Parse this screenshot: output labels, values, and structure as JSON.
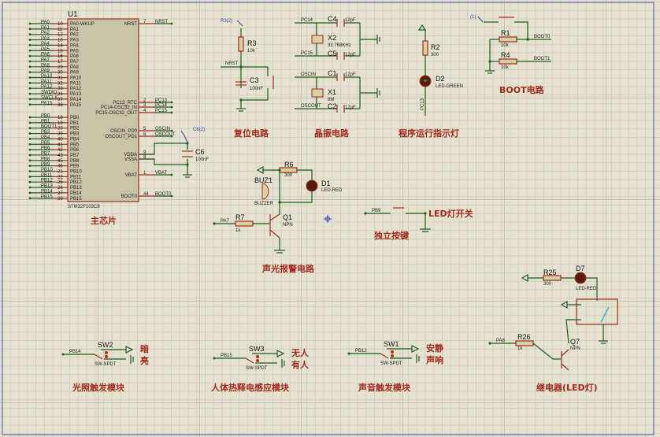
{
  "schematic": {
    "mcu": {
      "ref": "U1",
      "part": "STM32F103C8",
      "left_pins": [
        {
          "net": "PA0",
          "num": "10",
          "name": "PA0-WKUP"
        },
        {
          "net": "PA1",
          "num": "11",
          "name": "PA1"
        },
        {
          "net": "PA2",
          "num": "12",
          "name": "PA2"
        },
        {
          "net": "PA3",
          "num": "13",
          "name": "PA3"
        },
        {
          "net": "PA4",
          "num": "14",
          "name": "PA4"
        },
        {
          "net": "PA5",
          "num": "15",
          "name": "PA5"
        },
        {
          "net": "PA6",
          "num": "16",
          "name": "PA6"
        },
        {
          "net": "PA7",
          "num": "17",
          "name": "PA7"
        },
        {
          "net": "PA8",
          "num": "29",
          "name": "PA8"
        },
        {
          "net": "PA9",
          "num": "30",
          "name": "PA9"
        },
        {
          "net": "PA10",
          "num": "31",
          "name": "PA10"
        },
        {
          "net": "PA11",
          "num": "32",
          "name": "PA11"
        },
        {
          "net": "PA12",
          "num": "33",
          "name": "PA12"
        },
        {
          "net": "SWDIO",
          "num": "34",
          "name": "PA13"
        },
        {
          "net": "SWCLK",
          "num": "37",
          "name": "PA14"
        },
        {
          "net": "PA15",
          "num": "38",
          "name": "PA15"
        },
        {
          "net": "PB0",
          "num": "18",
          "name": "PB0"
        },
        {
          "net": "PB1",
          "num": "19",
          "name": "PB1"
        },
        {
          "net": "BOOT1",
          "num": "20",
          "name": "PB2"
        },
        {
          "net": "PB3",
          "num": "39",
          "name": "PB3"
        },
        {
          "net": "PB4",
          "num": "40",
          "name": "PB4"
        },
        {
          "net": "PB5",
          "num": "41",
          "name": "PB5"
        },
        {
          "net": "PB6",
          "num": "42",
          "name": "PB6"
        },
        {
          "net": "PB7",
          "num": "43",
          "name": "PB7"
        },
        {
          "net": "PB8",
          "num": "45",
          "name": "PB8"
        },
        {
          "net": "PB9",
          "num": "46",
          "name": "PB9"
        },
        {
          "net": "PB10",
          "num": "21",
          "name": "PB10"
        },
        {
          "net": "PB11",
          "num": "22",
          "name": "PB11"
        },
        {
          "net": "PB12",
          "num": "25",
          "name": "PB12"
        },
        {
          "net": "PB13",
          "num": "26",
          "name": "PB13"
        },
        {
          "net": "PB14",
          "num": "27",
          "name": "PB14"
        },
        {
          "net": "PB15",
          "num": "28",
          "name": "PB15"
        }
      ],
      "right_pins": [
        {
          "net": "NRST",
          "num": "7",
          "name": "NRST"
        },
        {
          "net": "PC13",
          "num": "2",
          "name": "PC13_RTC"
        },
        {
          "net": "PC14",
          "num": "3",
          "name": "PC14-OSC32_IN"
        },
        {
          "net": "PC15",
          "num": "4",
          "name": "PC15-OSC32_OUT"
        },
        {
          "net": "OSCIN",
          "num": "5",
          "name": "OSCIN_PD0"
        },
        {
          "net": "OSCOUT",
          "num": "6",
          "name": "OSCOUT_PD1"
        },
        {
          "net": "",
          "num": "9",
          "name": "VDDA"
        },
        {
          "net": "",
          "num": "8",
          "name": "VSSA"
        },
        {
          "net": "VBAT",
          "num": "1",
          "name": "VBAT"
        },
        {
          "net": "BOOT0",
          "num": "44",
          "name": "BOOT0"
        }
      ],
      "title": "主芯片"
    },
    "c6": {
      "ref": "C6",
      "value": "100nF",
      "probe": "C6(2)"
    },
    "reset": {
      "title": "复位电路",
      "r_ref": "R3",
      "r_val": "10k",
      "c_ref": "C3",
      "c_val": "100nF",
      "net": "NRST",
      "probe": "R3(2)"
    },
    "crystal": {
      "title": "晶振电路",
      "x2": {
        "ref": "X2",
        "val": "32.768KHz",
        "in": "PC14",
        "out": "PC15"
      },
      "x1": {
        "ref": "X1",
        "val": "8M",
        "in": "OSCIN",
        "out": "OSCOUT"
      },
      "caps": [
        {
          "ref": "C4",
          "val": "12pF"
        },
        {
          "ref": "C5",
          "val": "12pF"
        },
        {
          "ref": "C1",
          "val": "12pF"
        },
        {
          "ref": "C2",
          "val": "12pF"
        }
      ]
    },
    "indicator": {
      "title": "程序运行指示灯",
      "r_ref": "R2",
      "r_val": "300",
      "d_ref": "D2",
      "d_val": "LED-GREEN",
      "net": "PC13"
    },
    "boot": {
      "title": "BOOT电路",
      "r1_ref": "R1",
      "r1_val": "10k",
      "r4_ref": "R4",
      "r4_val": "10k",
      "net0": "BOOT0",
      "net1": "BOOT1",
      "probe": "(1)"
    },
    "alarm": {
      "title": "声光报警电路",
      "r6_ref": "R6",
      "r6_val": "300",
      "d_ref": "D1",
      "d_val": "LED-RED",
      "buz_ref": "BUZ1",
      "buz_val": "BUZZER",
      "q_ref": "Q1",
      "q_val": "NPN",
      "r7_ref": "R7",
      "r7_val": "1k",
      "net": "PA7"
    },
    "button": {
      "title": "独立按键",
      "note": "LED灯开关",
      "net": "PB9"
    },
    "relay": {
      "title": "继电器(LED灯)",
      "r25_ref": "R25",
      "r25_val": "300",
      "d_ref": "D7",
      "d_val": "LED-RED",
      "r26_ref": "R26",
      "r26_val": "1k",
      "q_ref": "Q7",
      "q_val": "NPN",
      "net": "PA8"
    },
    "light": {
      "title": "光照触发模块",
      "sw_ref": "SW2",
      "sw_val": "SW-SPDT",
      "net": "PB14",
      "opt_a": "暗",
      "opt_b": "亮"
    },
    "pir": {
      "title": "人体热释电感应模块",
      "sw_ref": "SW3",
      "sw_val": "SW-SPDT",
      "net": "PB15",
      "opt_a": "无人",
      "opt_b": "有人"
    },
    "sound": {
      "title": "声音触发模块",
      "sw_ref": "SW1",
      "sw_val": "SW-SPDT",
      "net": "PB12",
      "opt_a": "安静",
      "opt_b": "声响"
    }
  }
}
